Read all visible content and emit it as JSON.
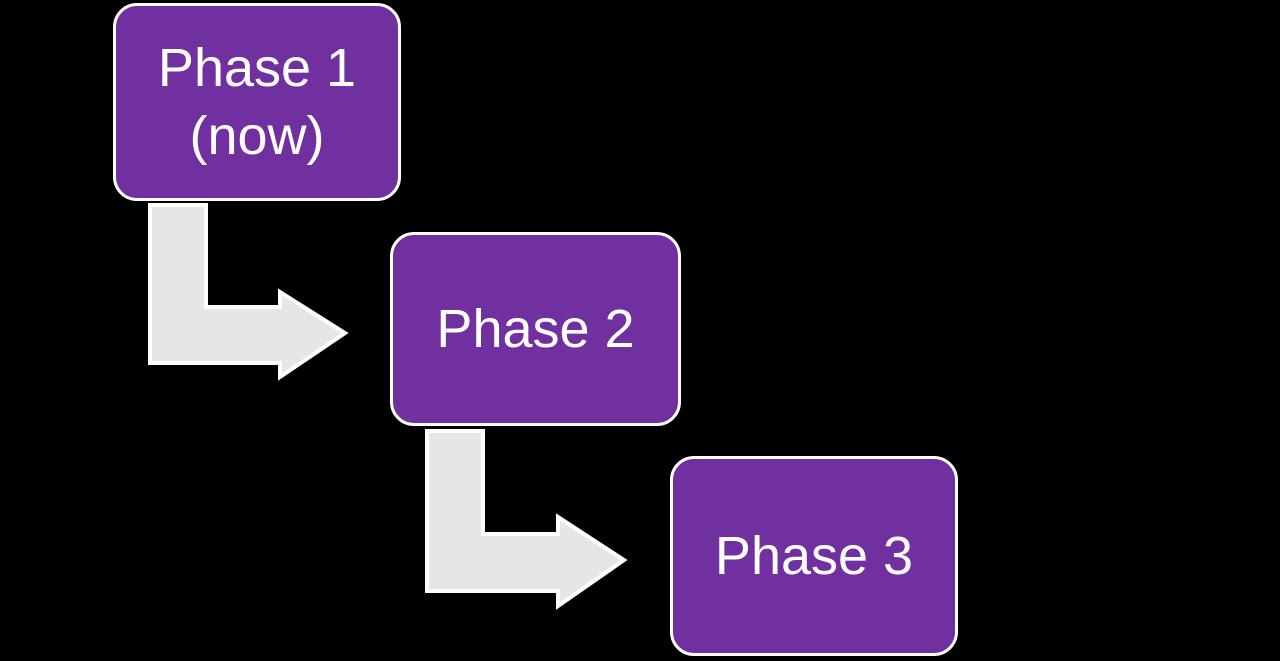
{
  "diagram": {
    "title": "Phase progression flow",
    "background_color": "#000000",
    "box_fill_color": "#7030A0",
    "box_border_color": "#FFFFFF",
    "box_text_color": "#FFFFFF",
    "arrow_fill_color": "#E6E6E6",
    "arrow_border_color": "#FFFFFF",
    "nodes": [
      {
        "id": "phase-1",
        "label": "Phase 1\n(now)",
        "line1": "Phase 1",
        "line2": "(now)"
      },
      {
        "id": "phase-2",
        "label": "Phase 2",
        "line1": "Phase 2",
        "line2": ""
      },
      {
        "id": "phase-3",
        "label": "Phase 3",
        "line1": "Phase 3",
        "line2": ""
      }
    ],
    "connectors": [
      {
        "id": "arrow-1-2",
        "from": "phase-1",
        "to": "phase-2",
        "shape": "bent-arrow-down-right",
        "icon": "bent-arrow-icon"
      },
      {
        "id": "arrow-2-3",
        "from": "phase-2",
        "to": "phase-3",
        "shape": "bent-arrow-down-right",
        "icon": "bent-arrow-icon"
      }
    ]
  }
}
